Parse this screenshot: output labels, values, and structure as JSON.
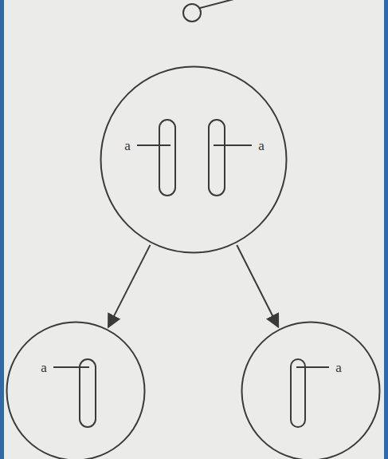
{
  "diagram": {
    "nodes": [
      {
        "text": [
          "a",
          "a"
        ]
      },
      {
        "text": [
          "a"
        ]
      },
      {
        "text": [
          "a"
        ]
      }
    ],
    "edges": [
      {
        "from": 0,
        "to": 1,
        "arrow": "to"
      },
      {
        "from": 0,
        "to": 2,
        "arrow": "to"
      }
    ]
  }
}
